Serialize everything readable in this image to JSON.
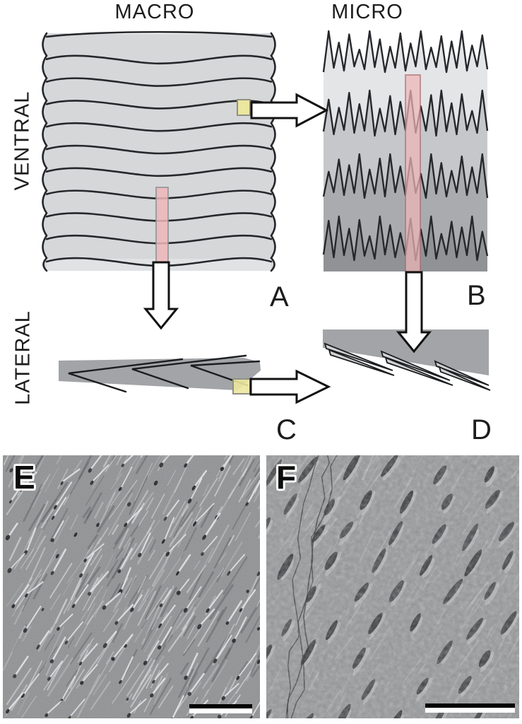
{
  "figure_labels": {
    "macro": "MACRO",
    "micro": "MICRO",
    "ventral": "VENTRAL",
    "lateral": "LATERAL"
  },
  "panels": {
    "a": "A",
    "b": "B",
    "c": "C",
    "d": "D",
    "e": "E",
    "f": "F"
  },
  "colors": {
    "background": "#ffffff",
    "label_color": "#1c1c1c",
    "scale_fill": "#d5d7d9",
    "scale_fill_light": "#e0e2e4",
    "scale_outline": "#25272a",
    "panel_b_band1": "#e4e5e7",
    "panel_b_band2": "#c5c7ca",
    "panel_b_band3": "#a9abae",
    "panel_b_band4": "#909295",
    "lateral_gray": "#a2a4a7",
    "highlight_yellow": "#ece79f",
    "highlight_yellow_border": "#8f9083",
    "highlight_pink": "#efb6b8",
    "highlight_pink_border": "#a8696d",
    "arrow_fill": "#ffffff",
    "arrow_outline": "#121212",
    "sem_e_base": "#8e9092",
    "sem_f_base": "#929496",
    "scalebar_black": "#000000",
    "scalebar_white": "#ffffff"
  }
}
